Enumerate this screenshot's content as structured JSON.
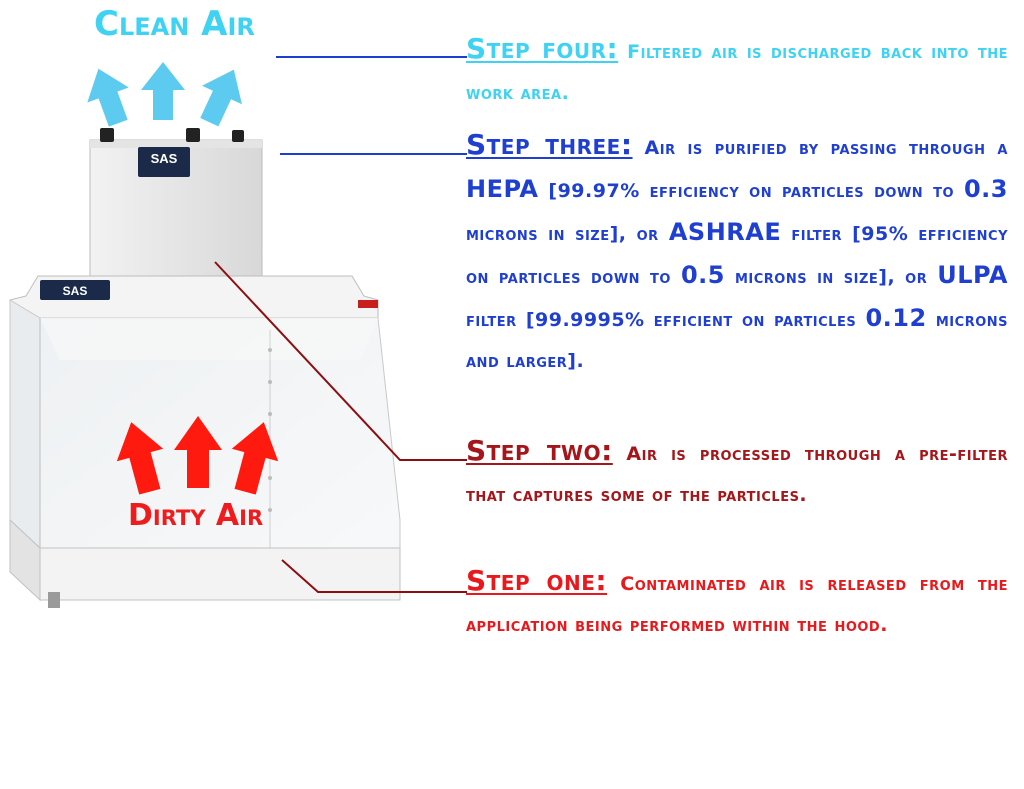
{
  "labels": {
    "clean_air": "Clean Air",
    "dirty_air": "Dirty Air"
  },
  "hood": {
    "badge_top": "SAS",
    "badge_bottom": "SAS"
  },
  "steps": {
    "four": {
      "title": "Step four:",
      "text": "Filtered air is discharged back into the work area."
    },
    "three": {
      "title": "Step three:",
      "t1": "Air is purified by passing through a",
      "hepa": "HEPA",
      "t2": "[99.97% efficiency on particles down to",
      "n1": "0.3",
      "t3": "microns in size], or",
      "ashrae": "ASHRAE",
      "t4": "filter [95% efficiency on particles down to",
      "n2": "0.5",
      "t5": "microns in size], or",
      "ulpa": "ULPA",
      "t6": "filter [99.9995% efficient on particles",
      "n3": "0.12",
      "t7": "microns and larger]."
    },
    "two": {
      "title": "Step two:",
      "text": "Air is processed through a pre-filter that captures some of the particles."
    },
    "one": {
      "title": "Step one:",
      "text": "Contaminated air is released from the application being performed within the hood."
    }
  },
  "colors": {
    "clean_air": "#3fd2f2",
    "step_four": "#3fd2f2",
    "step_three": "#1f3fd0",
    "step_two": "#a4161a",
    "step_one": "#e8191c",
    "dirty_air": "#e8191c"
  }
}
